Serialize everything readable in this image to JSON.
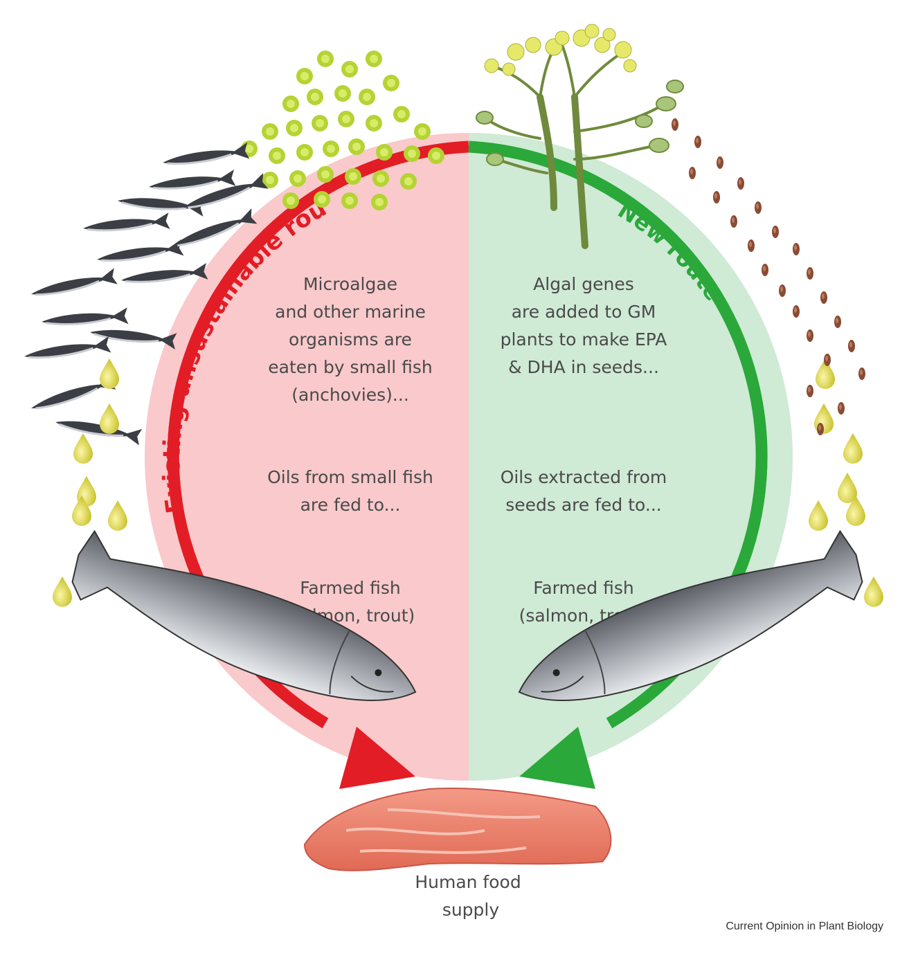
{
  "routes": {
    "existing": {
      "label": "Existing unsustainable route",
      "color": "#e21d26",
      "fill": "#f9c9cb",
      "step1": [
        "Microalgae",
        "and other marine",
        "organisms are",
        "eaten by small fish",
        "(anchovies)..."
      ],
      "step2": [
        "Oils from small fish",
        "are fed to..."
      ],
      "step3": [
        "Farmed fish",
        "(salmon, trout)"
      ]
    },
    "new": {
      "label": "New route",
      "color": "#2aa83a",
      "fill": "#cfead5",
      "step1": [
        "Algal genes",
        "are added to GM",
        "plants to make EPA",
        "& DHA in seeds..."
      ],
      "step2": [
        "Oils extracted from",
        "seeds are fed to..."
      ],
      "step3": [
        "Farmed fish",
        "(salmon, trout)"
      ]
    }
  },
  "destination": [
    "Human food",
    "supply"
  ],
  "credit": "Current Opinion in Plant Biology",
  "illustrations": [
    "microalgae-cluster",
    "anchovy-school",
    "oil-droplets",
    "salmon",
    "camelina-plant",
    "seeds",
    "salmon-fillet"
  ]
}
